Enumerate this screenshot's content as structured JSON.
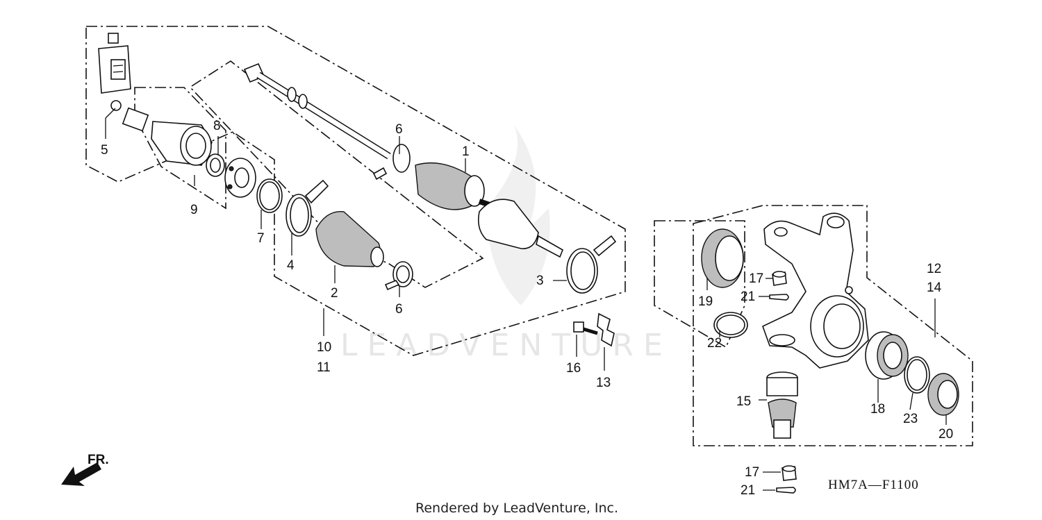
{
  "diagram": {
    "code": "HM7A—F1100",
    "direction_label": "FR.",
    "watermark": "LEADVENTURE",
    "footer": "Rendered by LeadVenture, Inc."
  },
  "callouts": [
    {
      "id": "c1",
      "label": "1"
    },
    {
      "id": "c2",
      "label": "2"
    },
    {
      "id": "c3",
      "label": "3"
    },
    {
      "id": "c4",
      "label": "4"
    },
    {
      "id": "c5",
      "label": "5"
    },
    {
      "id": "c6a",
      "label": "6"
    },
    {
      "id": "c6b",
      "label": "6"
    },
    {
      "id": "c7",
      "label": "7"
    },
    {
      "id": "c8",
      "label": "8"
    },
    {
      "id": "c9",
      "label": "9"
    },
    {
      "id": "c10",
      "label": "10"
    },
    {
      "id": "c11",
      "label": "11"
    },
    {
      "id": "c12",
      "label": "12"
    },
    {
      "id": "c13",
      "label": "13"
    },
    {
      "id": "c14",
      "label": "14"
    },
    {
      "id": "c15",
      "label": "15"
    },
    {
      "id": "c16",
      "label": "16"
    },
    {
      "id": "c17a",
      "label": "17"
    },
    {
      "id": "c17b",
      "label": "17"
    },
    {
      "id": "c18",
      "label": "18"
    },
    {
      "id": "c19",
      "label": "19"
    },
    {
      "id": "c20",
      "label": "20"
    },
    {
      "id": "c21a",
      "label": "21"
    },
    {
      "id": "c21b",
      "label": "21"
    },
    {
      "id": "c22",
      "label": "22"
    },
    {
      "id": "c23",
      "label": "23"
    }
  ]
}
